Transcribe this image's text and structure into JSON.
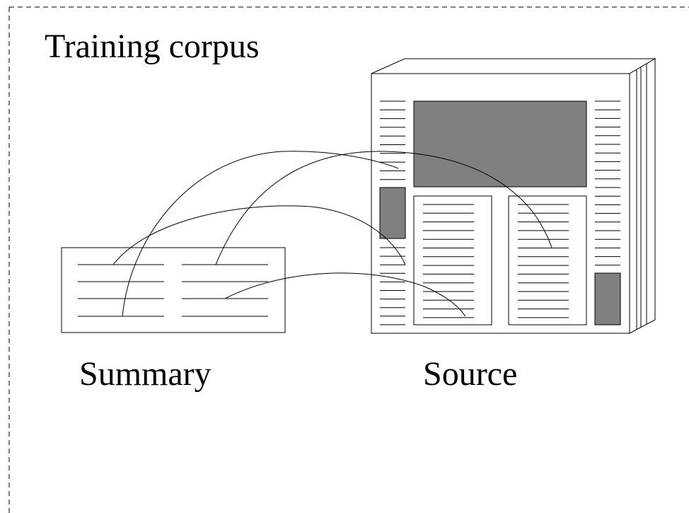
{
  "labels": {
    "corpus": "Training corpus",
    "summary": "Summary",
    "source": "Source"
  },
  "colors": {
    "stroke": "#000000",
    "image_block": "#808080",
    "background": "#ffffff"
  }
}
